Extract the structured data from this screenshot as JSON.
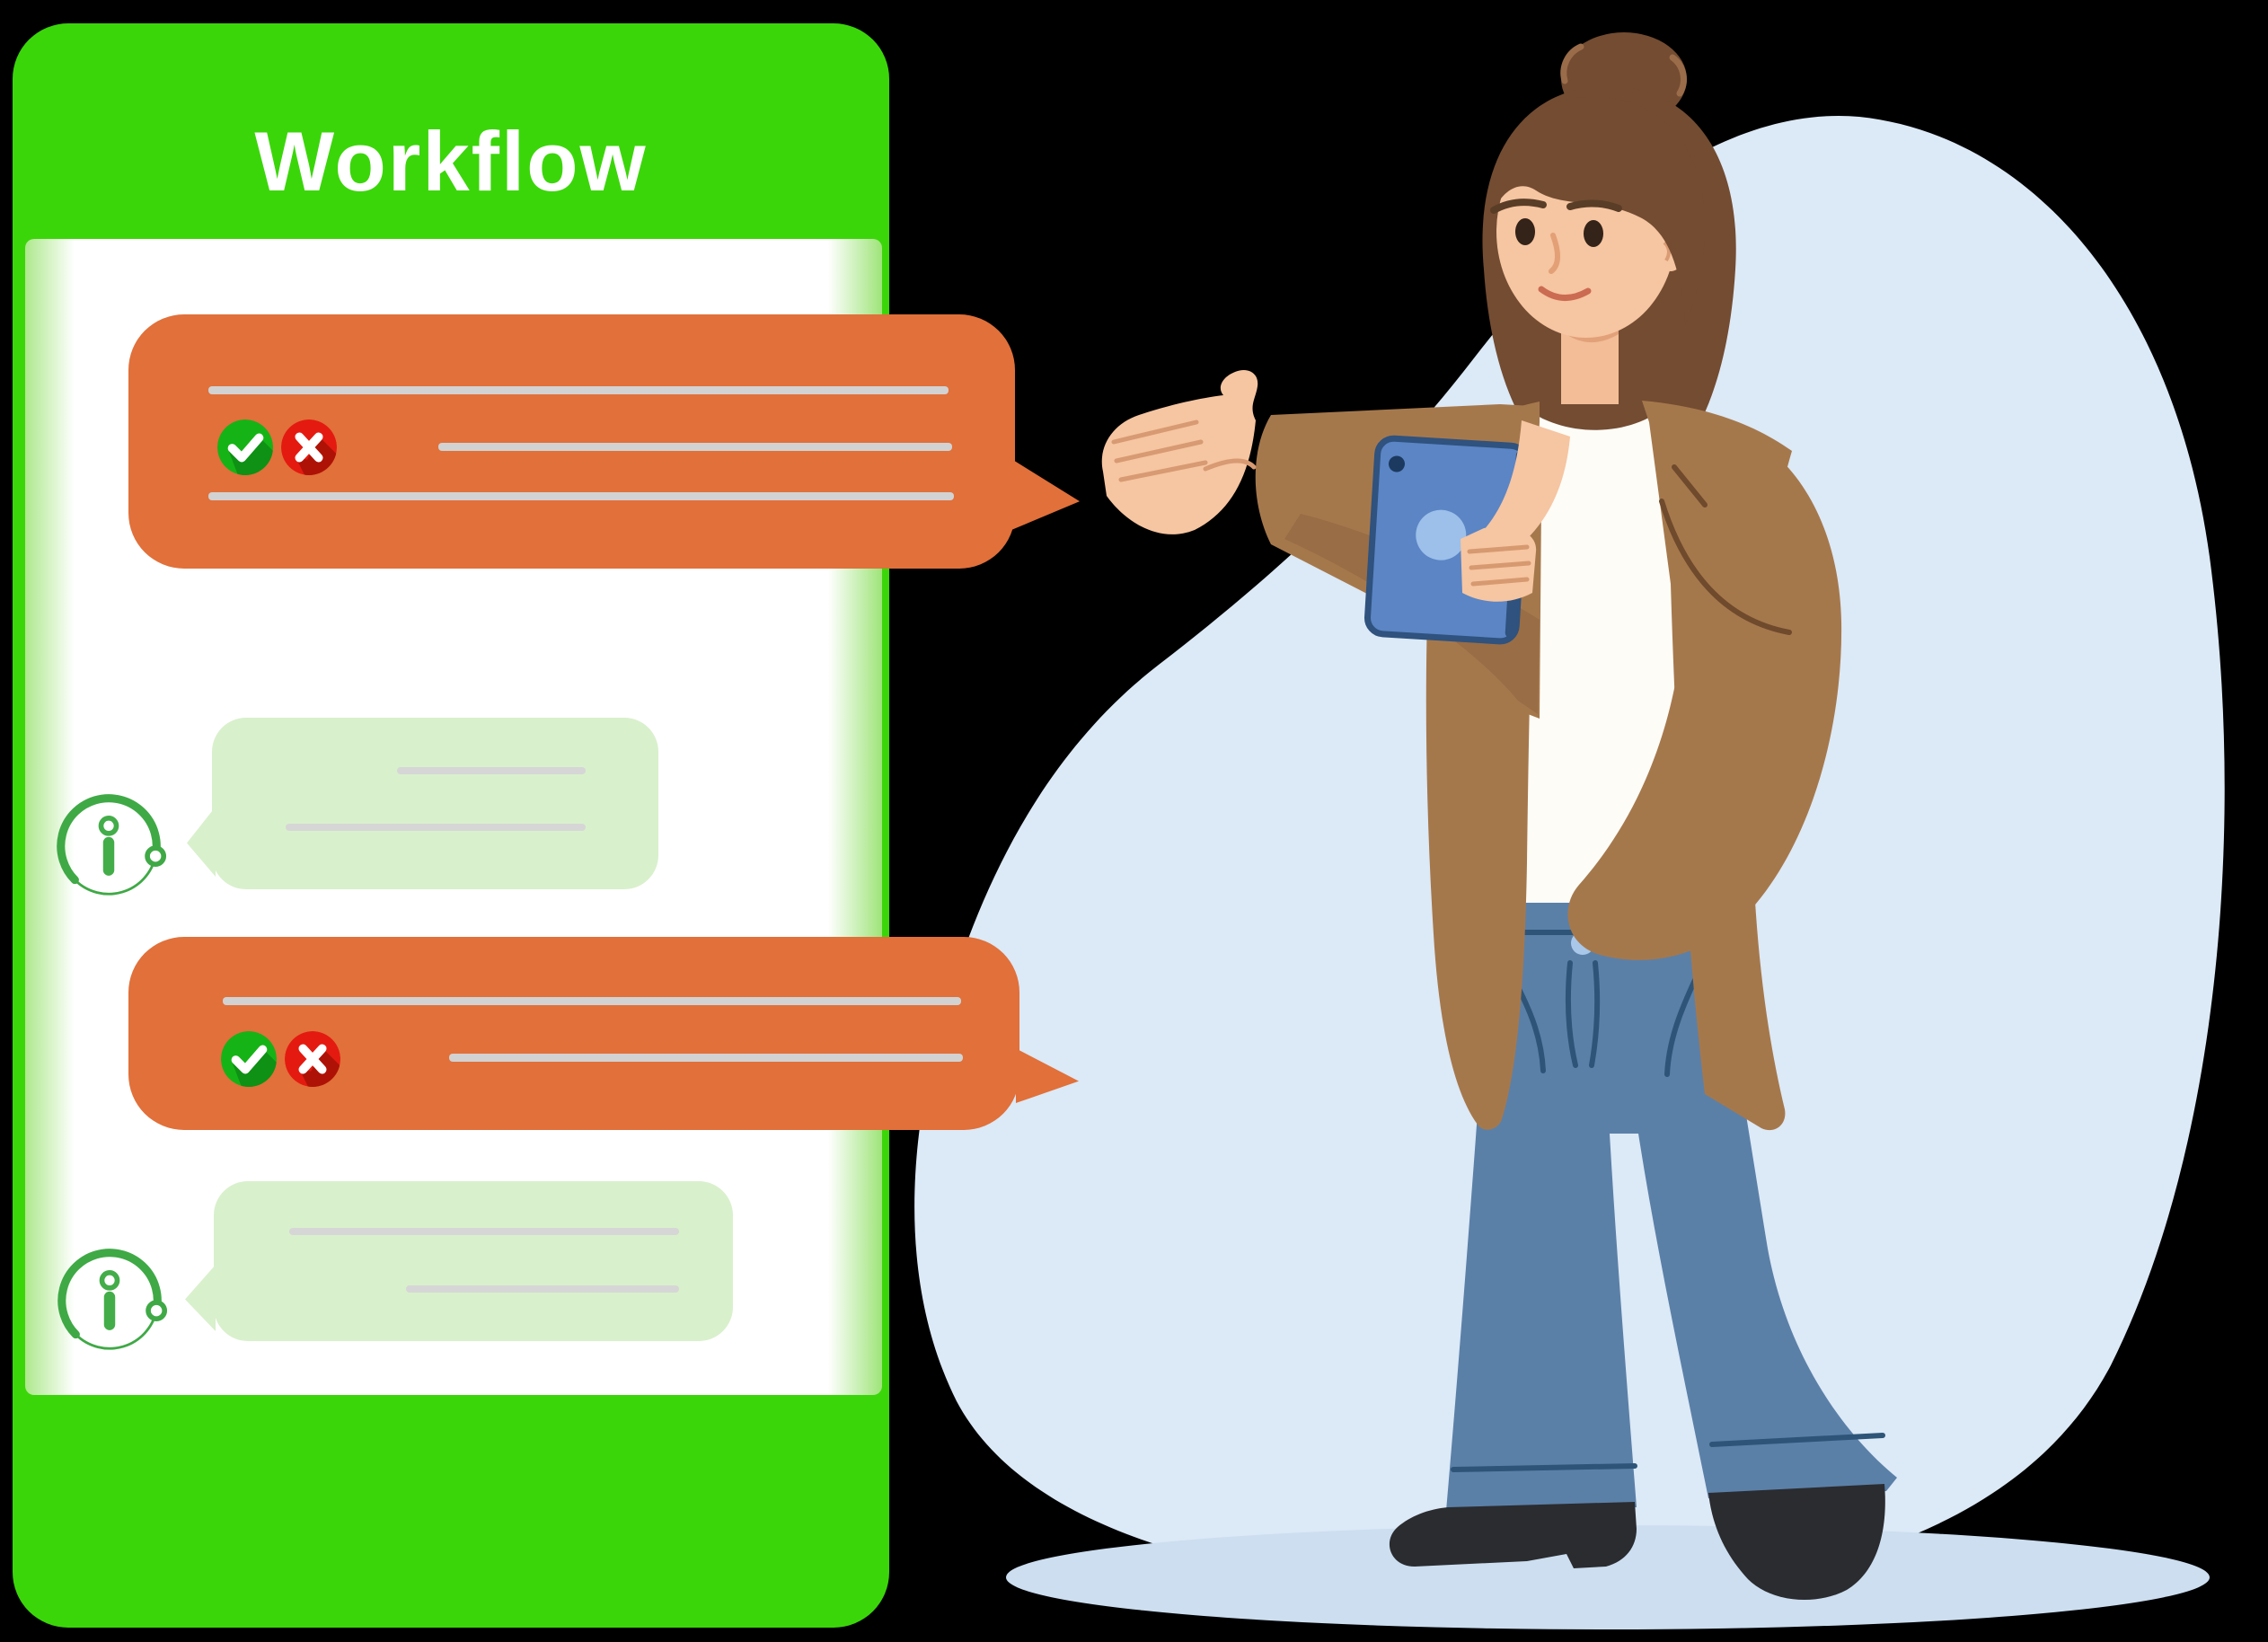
{
  "title": {
    "text": "Workflow"
  },
  "panel": {
    "bg": "#3bd60a",
    "header_text_color": "#ffffff",
    "content_bg": "#ffffff"
  },
  "chat": {
    "bubbles": [
      {
        "id": "orange-1",
        "style": "orange",
        "tail": "right",
        "icons": [
          "check-icon",
          "cross-icon"
        ],
        "placeholder_lines": 3
      },
      {
        "id": "green-1",
        "style": "green",
        "tail": "left",
        "icons": [
          "info-icon"
        ],
        "placeholder_lines": 2
      },
      {
        "id": "orange-2",
        "style": "orange",
        "tail": "right",
        "icons": [
          "check-icon",
          "cross-icon"
        ],
        "placeholder_lines": 2
      },
      {
        "id": "green-2",
        "style": "green",
        "tail": "left",
        "icons": [
          "info-icon"
        ],
        "placeholder_lines": 2
      }
    ]
  },
  "colors": {
    "background": "#000000",
    "panel_green": "#3bd60a",
    "orange_bubble": "#e1703a",
    "green_bubble": "#d9f0cc",
    "placeholder_line": "#d2d2d2",
    "check_green": "#16b316",
    "check_shadow": "#0e9114",
    "cross_red": "#e41a10",
    "cross_shadow": "#ae1206",
    "info_ring_green": "#3fa946",
    "blob_blue": "#dce9f6",
    "ground_shadow_blue": "#ccdef0"
  },
  "illustration": {
    "name": "woman-holding-tablet",
    "elements": [
      "background-blob",
      "ground-shadow",
      "woman",
      "tablet"
    ]
  }
}
